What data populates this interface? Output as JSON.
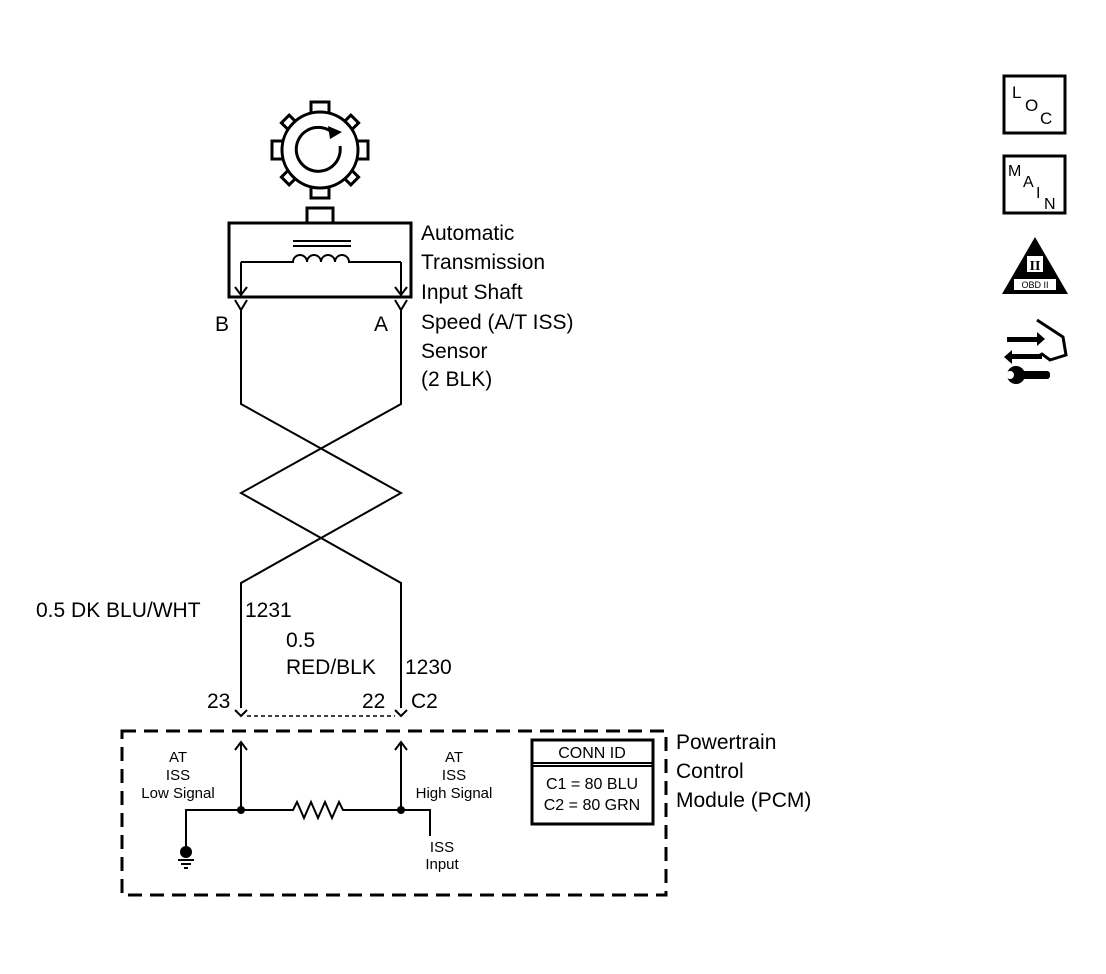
{
  "sensor": {
    "label_lines": [
      "Automatic",
      "Transmission",
      "Input Shaft",
      "Speed (A/T ISS)",
      "Sensor",
      "(2 BLK)"
    ],
    "pin_b": "B",
    "pin_a": "A"
  },
  "wires": {
    "left_spec": "0.5 DK BLU/WHT",
    "left_circuit": "1231",
    "right_spec_line1": "0.5",
    "right_spec_line2": "RED/BLK",
    "right_circuit": "1230"
  },
  "pcm": {
    "pin_left": "23",
    "pin_right": "22",
    "connector": "C2",
    "label_lines": [
      "Powertrain",
      "Control",
      "Module (PCM)"
    ],
    "low_signal_lines": [
      "AT",
      "ISS",
      "Low Signal"
    ],
    "high_signal_lines": [
      "AT",
      "ISS",
      "High Signal"
    ],
    "iss_input_lines": [
      "ISS",
      "Input"
    ],
    "conn_id": {
      "title": "CONN ID",
      "rows": [
        "C1 = 80 BLU",
        "C2 = 80 GRN"
      ]
    }
  },
  "side_icons": {
    "loc": {
      "name": "loc-icon",
      "letters": [
        "L",
        "O",
        "C"
      ]
    },
    "main": {
      "name": "main-icon",
      "letters": [
        "M",
        "A",
        "I",
        "N"
      ]
    },
    "obd": {
      "name": "obd-ii-icon",
      "numeral": "II",
      "text": "OBD II"
    },
    "service": {
      "name": "service-tool-icon"
    }
  }
}
